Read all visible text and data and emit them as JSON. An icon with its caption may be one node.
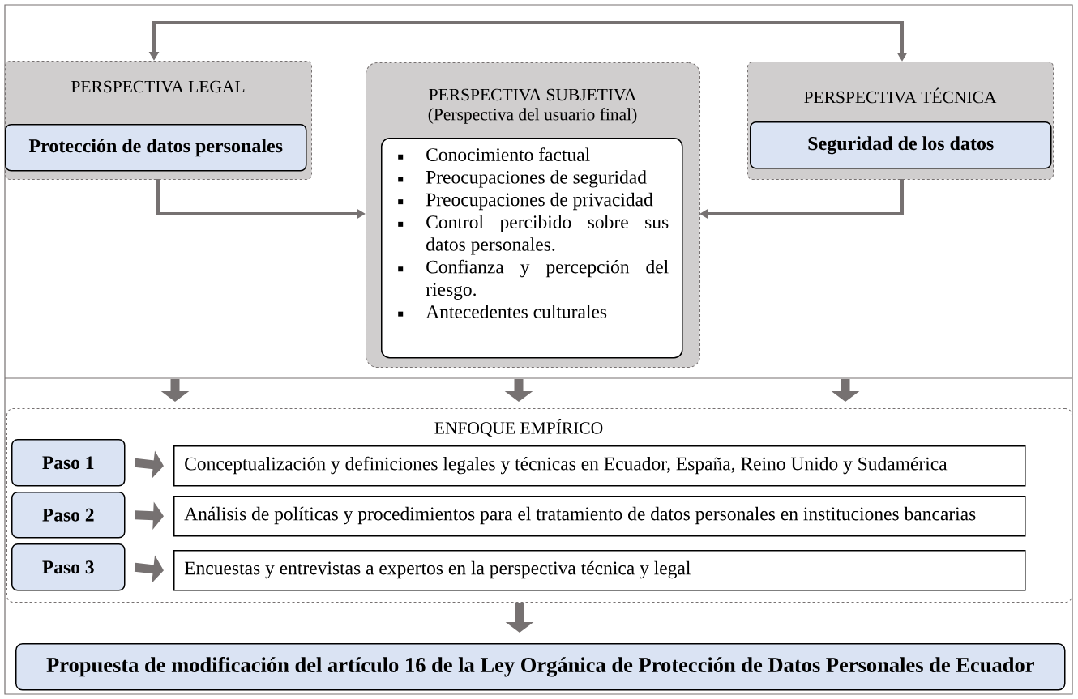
{
  "diagram": {
    "nodes": [
      {
        "text": [
          "PERSPECTIVA LEGAL"
        ]
      },
      {
        "text": [
          "Protección de datos personales"
        ],
        "in": 0
      },
      {
        "text": [
          "PERSPECTIVA SUBJETIVA",
          "(Perspectiva del usuario final)"
        ]
      },
      {
        "text": [
          "Conocimiento factual",
          "Preocupaciones de seguridad",
          "Preocupaciones de privacidad",
          "Control percibido sobre sus datos personales.",
          "Confianza y percepción del riesgo.",
          "Antecedentes culturales"
        ],
        "in": 2
      },
      {
        "text": [
          "PERSPECTIVA TÉCNICA"
        ]
      },
      {
        "text": [
          "Seguridad de los datos"
        ],
        "in": 4
      },
      {
        "text": [
          "ENFOQUE EMPÍRICO"
        ]
      },
      {
        "text": [
          "Paso 1"
        ],
        "in": 6
      },
      {
        "text": [
          "Conceptualización y definiciones legales y técnicas en Ecuador, España, Reino Unido y Sudamérica"
        ],
        "in": 6
      },
      {
        "text": [
          "Paso 2"
        ],
        "in": 6
      },
      {
        "text": [
          "Análisis de políticas y procedimientos para el tratamiento de datos personales en instituciones bancarias"
        ],
        "in": 6
      },
      {
        "text": [
          "Paso 3"
        ],
        "in": 6
      },
      {
        "text": [
          "Encuestas y entrevistas a expertos en la perspectiva técnica y legal"
        ],
        "in": 6
      },
      {
        "text": [
          "Propuesta de modificación del artículo 16 de la Ley Orgánica de Protección de Datos Personales de Ecuador"
        ]
      }
    ],
    "edges": [
      {
        "from": 0,
        "to": 4,
        "arrow": "both"
      },
      {
        "from": 0,
        "to": 2,
        "arrow": "to"
      },
      {
        "from": 4,
        "to": 2,
        "arrow": "to"
      },
      {
        "from": null,
        "to": 6,
        "arrow": "to"
      },
      {
        "from": 2,
        "to": 6,
        "arrow": "to"
      },
      {
        "from": null,
        "to": 6,
        "arrow": "to"
      },
      {
        "from": 7,
        "to": 8,
        "arrow": "to"
      },
      {
        "from": 9,
        "to": 10,
        "arrow": "to"
      },
      {
        "from": 11,
        "to": 12,
        "arrow": "to"
      },
      {
        "from": 6,
        "to": 13,
        "arrow": "to"
      }
    ]
  }
}
